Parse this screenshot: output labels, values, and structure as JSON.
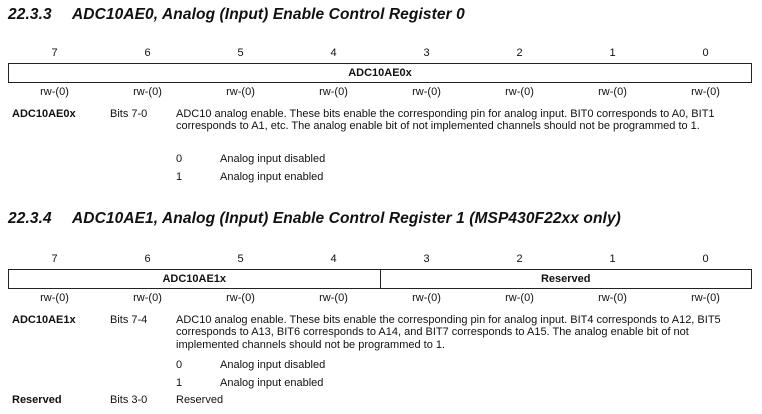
{
  "sections": [
    {
      "number": "22.3.3",
      "title": "ADC10AE0, Analog (Input) Enable Control Register 0",
      "bits": [
        "7",
        "6",
        "5",
        "4",
        "3",
        "2",
        "1",
        "0"
      ],
      "fields": [
        {
          "name": "ADC10AE0x",
          "span": 8
        }
      ],
      "access": [
        "rw-(0)",
        "rw-(0)",
        "rw-(0)",
        "rw-(0)",
        "rw-(0)",
        "rw-(0)",
        "rw-(0)",
        "rw-(0)"
      ],
      "descriptions": [
        {
          "name": "ADC10AE0x",
          "bits": "Bits 7-0",
          "text": "ADC10 analog enable. These bits enable the corresponding pin for analog input. BIT0 corresponds to A0, BIT1 corresponds to A1, etc. The analog enable bit of not implemented channels should not be programmed to 1.",
          "options": [
            {
              "value": "0",
              "label": "Analog input disabled"
            },
            {
              "value": "1",
              "label": "Analog input enabled"
            }
          ]
        }
      ]
    },
    {
      "number": "22.3.4",
      "title": "ADC10AE1, Analog (Input) Enable Control Register 1 (MSP430F22xx only)",
      "bits": [
        "7",
        "6",
        "5",
        "4",
        "3",
        "2",
        "1",
        "0"
      ],
      "fields": [
        {
          "name": "ADC10AE1x",
          "span": 4
        },
        {
          "name": "Reserved",
          "span": 4
        }
      ],
      "access": [
        "rw-(0)",
        "rw-(0)",
        "rw-(0)",
        "rw-(0)",
        "rw-(0)",
        "rw-(0)",
        "rw-(0)",
        "rw-(0)"
      ],
      "descriptions": [
        {
          "name": "ADC10AE1x",
          "bits": "Bits 7-4",
          "text": "ADC10 analog enable. These bits enable the corresponding pin for analog input. BIT4 corresponds to A12, BIT5 corresponds to A13, BIT6 corresponds to A14, and BIT7 corresponds to A15. The analog enable bit of not implemented channels should not be programmed to 1.",
          "options": [
            {
              "value": "0",
              "label": "Analog input disabled"
            },
            {
              "value": "1",
              "label": "Analog input enabled"
            }
          ]
        },
        {
          "name": "Reserved",
          "bits": "Bits 3-0",
          "text": "Reserved"
        }
      ]
    }
  ]
}
